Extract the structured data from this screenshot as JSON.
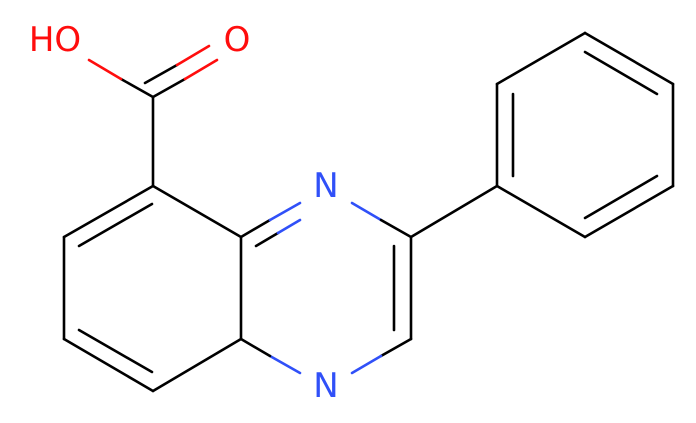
{
  "molecule": {
    "atoms": {
      "hydroxyl": {
        "label": "HO",
        "color": "#ff0d0d"
      },
      "carbonyl_oxygen": {
        "label": "O",
        "color": "#ff0d0d"
      },
      "nitrogen_1": {
        "label": "N",
        "color": "#3050f8"
      },
      "nitrogen_4": {
        "label": "N",
        "color": "#3050f8"
      }
    },
    "bond_color": "#000000"
  }
}
